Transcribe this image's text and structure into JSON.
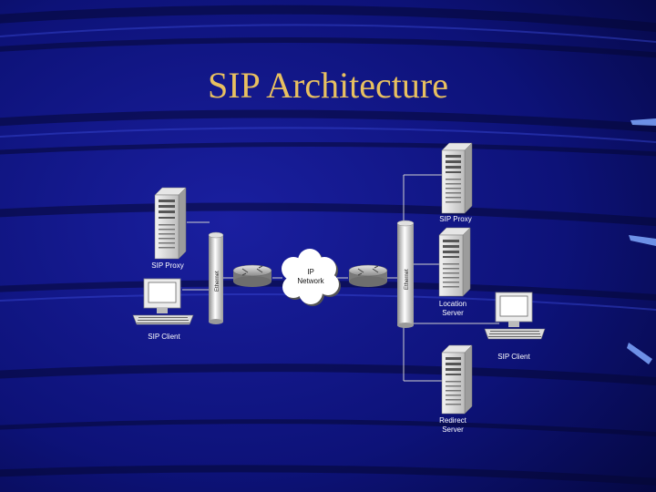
{
  "slide": {
    "title": "SIP Architecture"
  },
  "diagram": {
    "left_proxy_label": "SIP Proxy",
    "left_client_label": "SIP Client",
    "left_ethernet_label": "Ethernet",
    "right_ethernet_label": "Ethernet",
    "network_label_line1": "IP",
    "network_label_line2": "Network",
    "right_proxy_label": "SIP Proxy",
    "location_label_line1": "Location",
    "location_label_line2": "Server",
    "right_client_label": "SIP Client",
    "redirect_label_line1": "Redirect",
    "redirect_label_line2": "Server"
  },
  "colors": {
    "background": "#0b0f6b",
    "title": "#e8c060",
    "labels": "#ffffff"
  }
}
